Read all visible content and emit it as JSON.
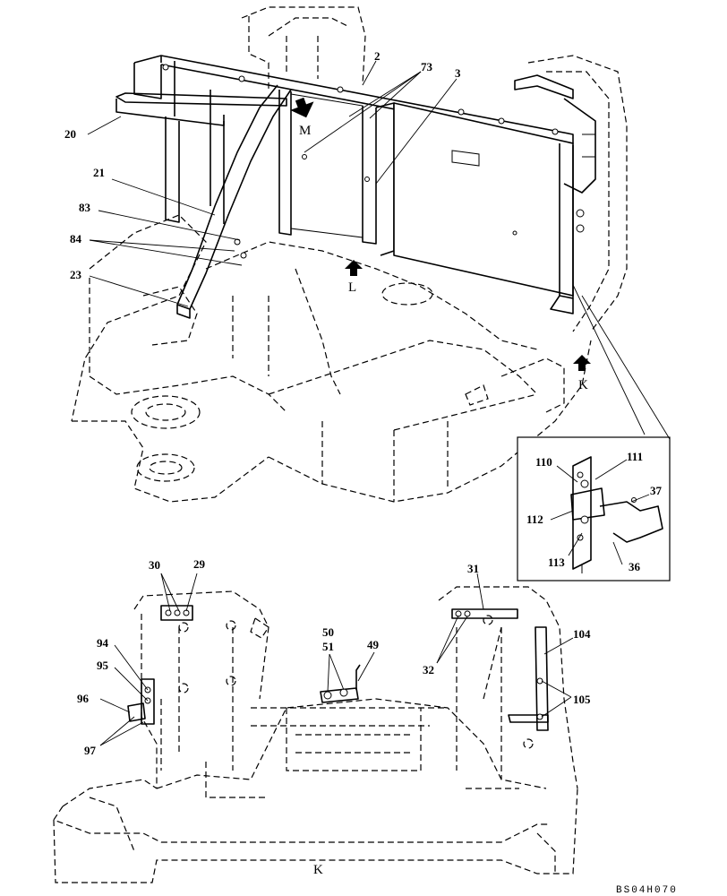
{
  "drawing_code": "BS04H070",
  "view_labels": {
    "M": "M",
    "L": "L",
    "K_arrow": "K",
    "K_view": "K"
  },
  "callouts": {
    "c2": "2",
    "c73": "73",
    "c3": "3",
    "c20": "20",
    "c21": "21",
    "c83": "83",
    "c84": "84",
    "c23": "23",
    "c110": "110",
    "c111": "111",
    "c37": "37",
    "c112": "112",
    "c113": "113",
    "c36": "36",
    "c30": "30",
    "c29": "29",
    "c31": "31",
    "c94": "94",
    "c95": "95",
    "c96": "96",
    "c97": "97",
    "c50": "50",
    "c51": "51",
    "c49": "49",
    "c32": "32",
    "c104": "104",
    "c105": "105"
  }
}
